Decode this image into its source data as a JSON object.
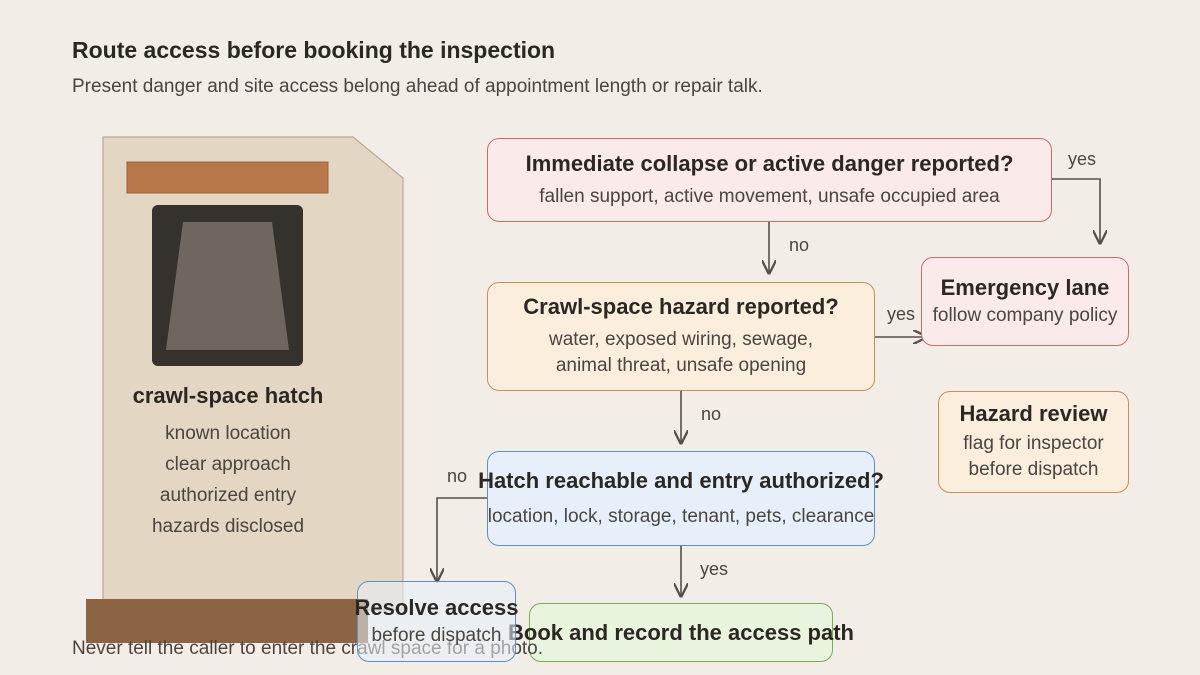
{
  "title": "Route access before booking the inspection",
  "subtitle": "Present danger and site access belong ahead of appointment length or repair talk.",
  "footer": "Never tell the caller to enter the crawl space for a photo.",
  "hatch": {
    "title": "crawl-space hatch",
    "items": [
      "known location",
      "clear approach",
      "authorized entry",
      "hazards disclosed"
    ]
  },
  "nodes": {
    "danger": {
      "title": "Immediate collapse or active danger reported?",
      "sub": "fallen support, active movement, unsafe occupied area"
    },
    "emergency": {
      "title": "Emergency lane",
      "sub": "follow company policy"
    },
    "crawl": {
      "title": "Crawl-space hazard reported?",
      "sub1": "water, exposed wiring, sewage,",
      "sub2": "animal threat, unsafe opening"
    },
    "review": {
      "title": "Hazard review",
      "sub1": "flag for inspector",
      "sub2": "before dispatch"
    },
    "hatch_q": {
      "title": "Hatch reachable and entry authorized?",
      "sub": "location, lock, storage, tenant, pets, clearance"
    },
    "resolve": {
      "title": "Resolve access",
      "sub": "before dispatch"
    },
    "book": {
      "title": "Book and record the access path"
    }
  },
  "edges": {
    "danger_yes": "yes",
    "danger_no": "no",
    "crawl_yes": "yes",
    "crawl_no": "no",
    "hatch_no": "no",
    "hatch_yes": "yes"
  },
  "colors": {
    "background": "#f2ede6",
    "danger": "#cc6b6b",
    "hazard": "#c98f52",
    "access": "#5b8fc7",
    "booked": "#7aac55"
  }
}
